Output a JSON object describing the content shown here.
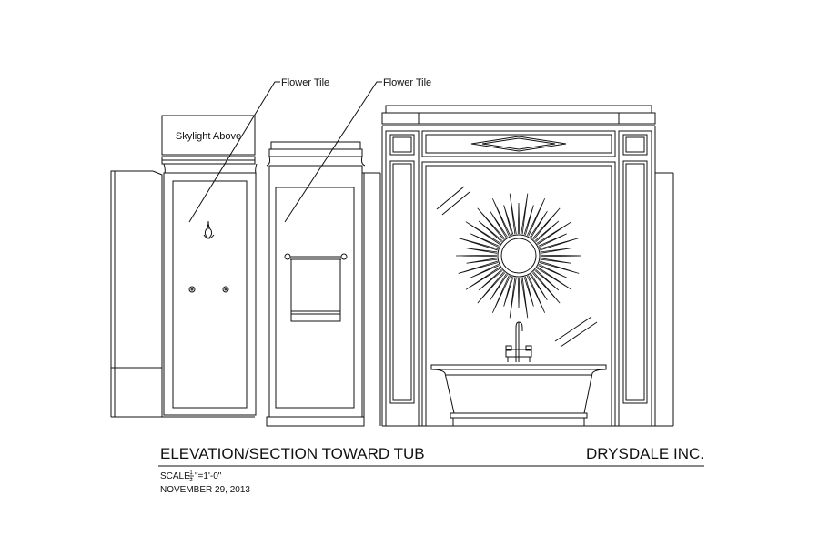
{
  "labels": {
    "callout_left": "Flower Tile",
    "callout_right": "Flower Tile",
    "skylight": "Skylight Above"
  },
  "title_block": {
    "title": "ELEVATION/SECTION TOWARD TUB",
    "company": "DRYSDALE INC.",
    "scale_label": "SCALE:",
    "scale_num": "1",
    "scale_den": "2",
    "scale_rest": "\"=1'-0\"",
    "date": "NOVEMBER 29, 2013"
  },
  "colors": {
    "line": "#111111",
    "background": "#ffffff"
  }
}
